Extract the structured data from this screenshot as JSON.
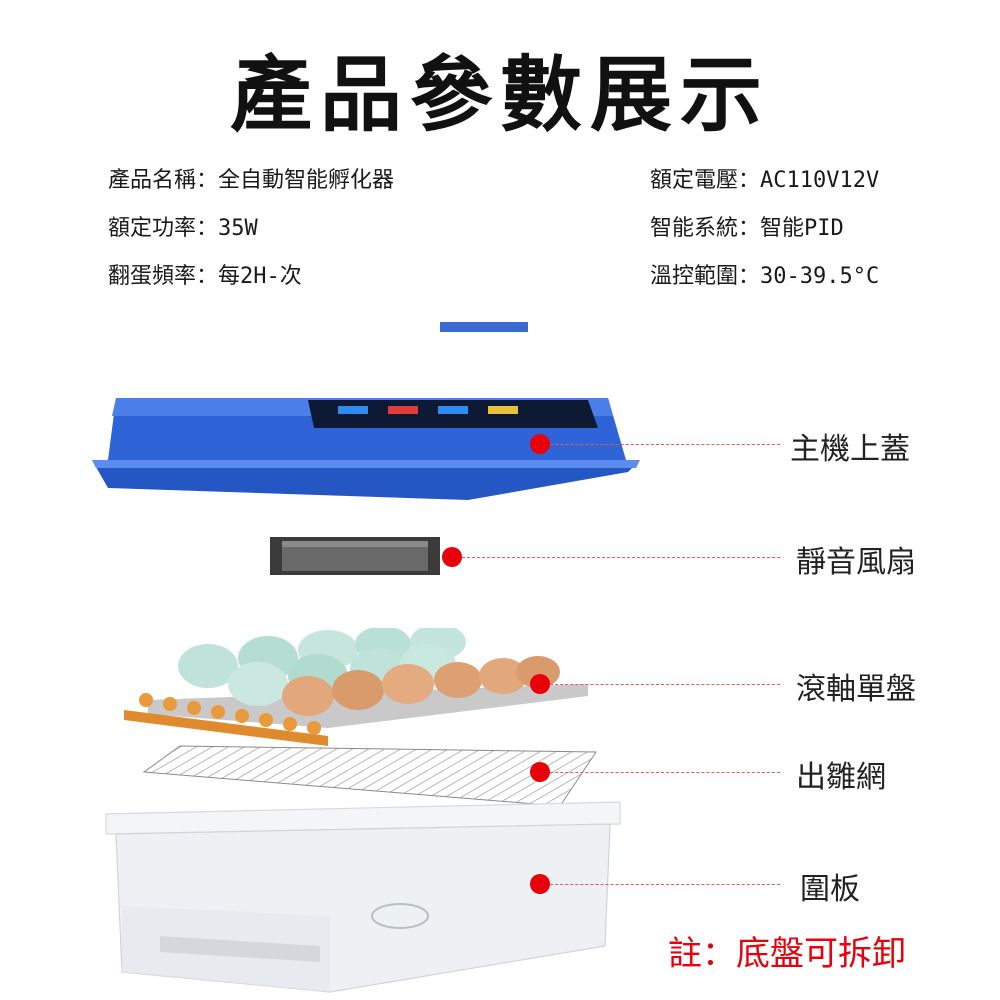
{
  "title": "產品參數展示",
  "specs": {
    "name": {
      "key": "產品名稱",
      "value": "全自動智能孵化器"
    },
    "voltage": {
      "key": "額定電壓",
      "value": "AC110V12V"
    },
    "power": {
      "key": "額定功率",
      "value": "35W"
    },
    "system": {
      "key": "智能系統",
      "value": "智能PID"
    },
    "turning": {
      "key": "翻蛋頻率",
      "value": "每2H-次"
    },
    "temp": {
      "key": "溫控範圍",
      "value": "30-39.5°C"
    }
  },
  "parts": {
    "lid": "主機上蓋",
    "fan": "靜音風扇",
    "tray": "滾軸單盤",
    "mesh": "出雛網",
    "base": "圍板"
  },
  "note": {
    "key": "註",
    "value": "底盤可拆卸"
  },
  "colors": {
    "accent": "#3a6ad6",
    "callout": "#e8000b",
    "lid": "#2f64d9"
  }
}
